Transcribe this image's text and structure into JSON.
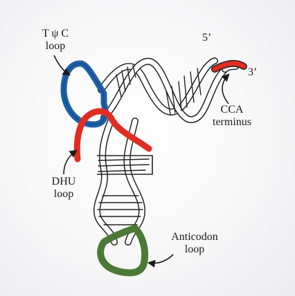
{
  "labels": {
    "tpsic": {
      "line1": "T ψ C",
      "line2": "loop"
    },
    "five_prime": "5’",
    "three_prime": "3’",
    "cca": {
      "line1": "CCA",
      "line2": "terminus"
    },
    "dhu": {
      "line1": "DHU",
      "line2": "loop"
    },
    "anticodon": {
      "line1": "Anticodon",
      "line2": "loop"
    }
  },
  "colors": {
    "tpsic_loop": "#1f5fa8",
    "dhu_loop": "#e02d22",
    "cca_terminus": "#e02d22",
    "anticodon_loop": "#4a7a36",
    "strand_outline": "#222222",
    "strand_fill": "#ffffff"
  }
}
